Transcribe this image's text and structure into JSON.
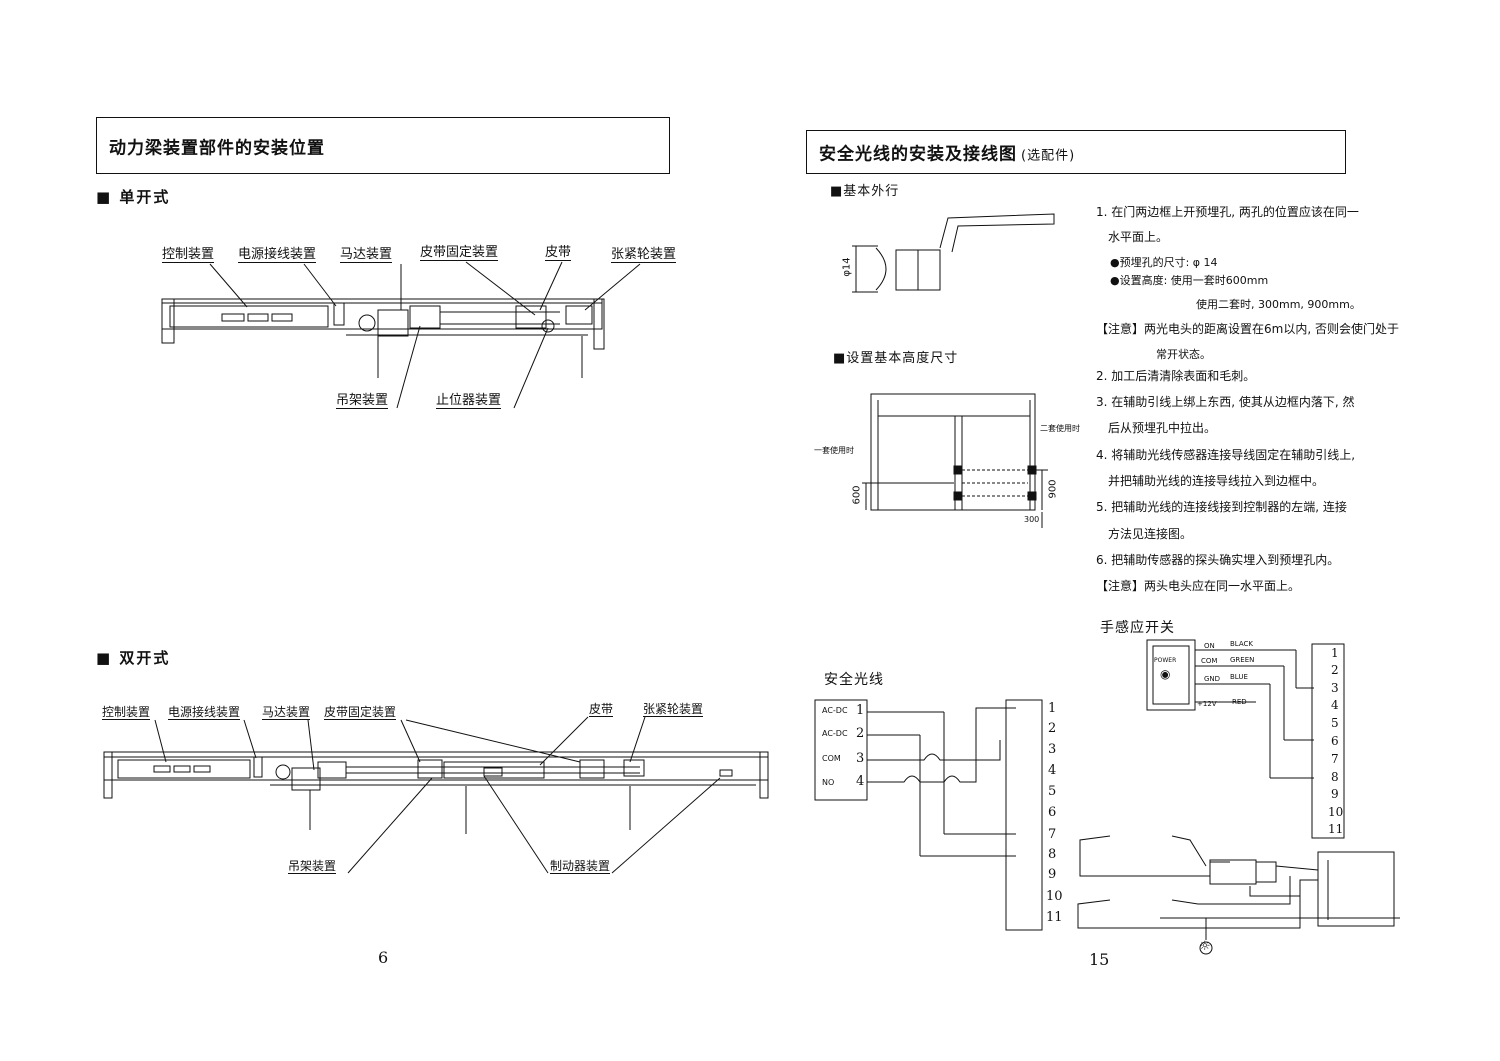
{
  "left_page": {
    "title": "动力梁装置部件的安装位置",
    "single_section": "■ 单开式",
    "single_labels": {
      "control": "控制装置",
      "power": "电源接线装置",
      "motor": "马达装置",
      "belt_fix": "皮带固定装置",
      "belt": "皮带",
      "tension": "张紧轮装置",
      "hanger": "吊架装置",
      "stopper": "止位器装置"
    },
    "double_section": "■ 双开式",
    "double_labels": {
      "control": "控制装置",
      "power": "电源接线装置",
      "motor": "马达装置",
      "belt_fix": "皮带固定装置",
      "belt": "皮带",
      "tension": "张紧轮装置",
      "hanger": "吊架装置",
      "brake": "制动器装置"
    },
    "page_number": "6"
  },
  "right_page": {
    "title": "安全光线的安装及接线图",
    "title_suffix": "(选配件)",
    "basic_shape": "■基本外行",
    "basic_dim": "φ14",
    "height_section": "■设置基本高度尺寸",
    "height_labels": {
      "one_set": "一套使用时",
      "two_sets": "二套使用时",
      "d600": "600",
      "d900": "900",
      "d300": "300"
    },
    "instructions": [
      "1. 在门两边框上开预埋孔, 两孔的位置应该在同一",
      "水平面上。",
      "●预埋孔的尺寸: φ 14",
      "●设置高度: 使用一套时600mm",
      "使用二套时, 300mm, 900mm。",
      "【注意】两光电头的距离设置在6m以内, 否则会使门处于",
      "常开状态。",
      "2. 加工后清清除表面和毛刺。",
      "3. 在辅助引线上绑上东西, 使其从边框内落下, 然",
      "后从预埋孔中拉出。",
      "4. 将辅助光线传感器连接导线固定在辅助引线上,",
      "并把辅助光线的连接导线拉入到边框中。",
      "5. 把辅助光线的连接线接到控制器的左端, 连接",
      "方法见连接图。",
      "6. 把辅助传感器的探头确实埋入到预埋孔内。",
      "【注意】两头电头应在同一水平面上。"
    ],
    "safety_beam_title": "安全光线",
    "beam_terminals": [
      {
        "label": "AC-DC",
        "num": "1"
      },
      {
        "label": "AC-DC",
        "num": "2"
      },
      {
        "label": "COM",
        "num": "3"
      },
      {
        "label": "NO",
        "num": "4"
      }
    ],
    "terminal_numbers": [
      "1",
      "2",
      "3",
      "4",
      "5",
      "6",
      "7",
      "8",
      "9",
      "10",
      "11"
    ],
    "hand_switch_title": "手感应开关",
    "hand_switch_power": "POWER",
    "hand_switch_wires": [
      {
        "pin": "ON",
        "color": "BLACK"
      },
      {
        "pin": "COM",
        "color": "GREEN"
      },
      {
        "pin": "GND",
        "color": "BLUE"
      },
      {
        "pin": "+12V",
        "color": "RED"
      }
    ],
    "page_number": "15"
  }
}
